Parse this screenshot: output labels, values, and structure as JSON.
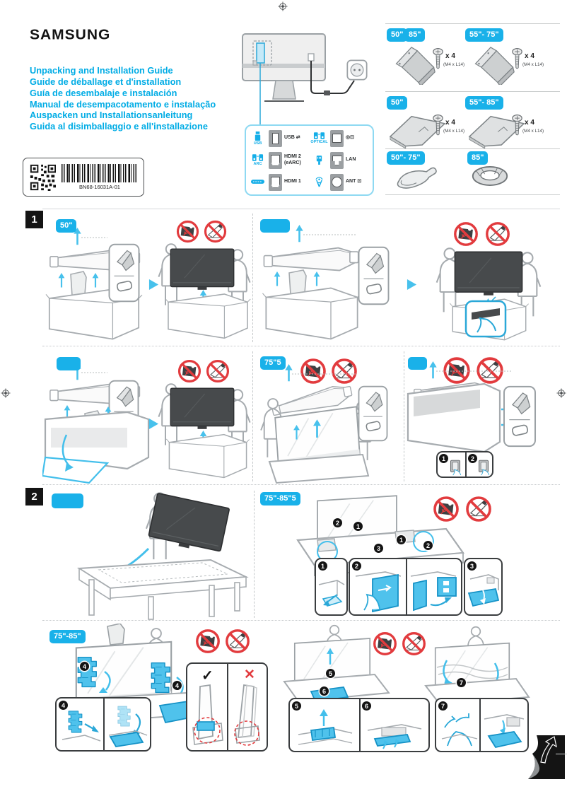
{
  "header": {
    "logo": "SAMSUNG",
    "titles": [
      "Unpacking and Installation Guide",
      "Guide de déballage et d'installation",
      "Guía de desembalaje e instalación",
      "Manual de desempacotamento e instalação",
      "Auspacken und Installationsanleitung",
      "Guida al disimballaggio e all'installazione"
    ],
    "barcode_text": "BN68-16031A-01"
  },
  "ports": {
    "left": [
      {
        "caption": "USB",
        "label1": "USB ⇄",
        "label2": ""
      },
      {
        "caption": "ARC",
        "label1": "HDMI 2",
        "label2": "(eARC)"
      },
      {
        "caption": "",
        "label1": "HDMI 1",
        "label2": ""
      }
    ],
    "right": [
      {
        "caption": "OPTICAL",
        "label1": "◎⊡",
        "label2": ""
      },
      {
        "caption": "",
        "label1": "LAN",
        "label2": ""
      },
      {
        "caption": "",
        "label1": "ANT ⊡",
        "label2": ""
      }
    ]
  },
  "accessories": {
    "row1": {
      "badge_a1": "50\"",
      "badge_a2": "85\"",
      "qty_a": "x 4",
      "spec_a": "(M4 x L14)",
      "badge_b": "55\"- 75\"",
      "qty_b": "x 4",
      "spec_b": "(M4 x L14)"
    },
    "row2": {
      "badge_a": "50\"",
      "qty_a": "x 4",
      "spec_a": "(M4 x L14)",
      "badge_b": "55\"- 85\"",
      "qty_b": "x 4",
      "spec_b": "(M4 x L14)"
    },
    "row3": {
      "badge_a": "50\"- 75\"",
      "badge_b": "85\""
    }
  },
  "sections": {
    "one": {
      "number": "1",
      "r1_badge_a": "50\"",
      "r1_badge_b": "",
      "r2_badge_a": "",
      "r2_badge_b": "75\"5",
      "r2_badge_c": ""
    },
    "two": {
      "number": "2",
      "badge_a": "",
      "badge_b": "75\"-85\"5"
    },
    "three": {
      "badge": "75\"-85\"",
      "check": "✓",
      "cross": "✕"
    }
  },
  "steps": {
    "n1": "1",
    "n2": "2",
    "n3": "3",
    "n4": "4",
    "n5": "5",
    "n6": "6",
    "n7": "7"
  },
  "icons": {
    "names": [
      "registration-mark",
      "qr-code",
      "barcode",
      "tv-rear",
      "wall-outlet",
      "usb-icon",
      "arc-speakers-icon",
      "soundbar-icon",
      "optical-speakers-icon",
      "lan-plug-icon",
      "antenna-icon",
      "usb-port",
      "hdmi-port",
      "optical-port",
      "lan-port",
      "ant-port",
      "stand-bracket",
      "stand-base-plate",
      "screw",
      "cable-tie",
      "cable-holder",
      "prohibit-press-screen-icon",
      "prohibit-lay-flat-icon",
      "lift-arrow",
      "next-arrow",
      "parts-card",
      "person",
      "tv-panel",
      "carton-box",
      "foam-lid",
      "foam-block",
      "check-mark",
      "cross-mark",
      "page-curl-icon"
    ]
  }
}
